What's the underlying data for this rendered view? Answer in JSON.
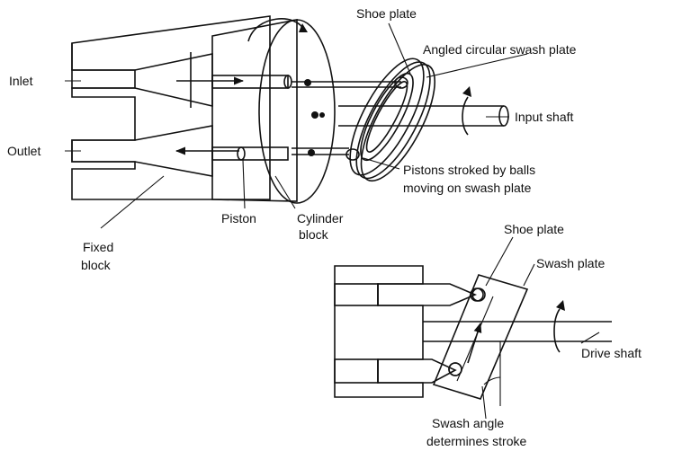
{
  "labels": {
    "inlet": "Inlet",
    "outlet": "Outlet",
    "shoe_plate_top": "Shoe plate",
    "angled_swash_plate": "Angled circular swash plate",
    "input_shaft": "Input shaft",
    "pistons_stroked_1": "Pistons stroked by balls",
    "pistons_stroked_2": "moving on swash plate",
    "piston": "Piston",
    "cylinder_block_1": "Cylinder",
    "cylinder_block_2": "block",
    "fixed_block_1": "Fixed",
    "fixed_block_2": "block",
    "shoe_plate_bottom": "Shoe plate",
    "swash_plate": "Swash plate",
    "drive_shaft": "Drive shaft",
    "swash_angle_1": "Swash angle",
    "swash_angle_2": "determines stroke"
  },
  "colors": {
    "ink": "#111111",
    "background": "#ffffff"
  }
}
